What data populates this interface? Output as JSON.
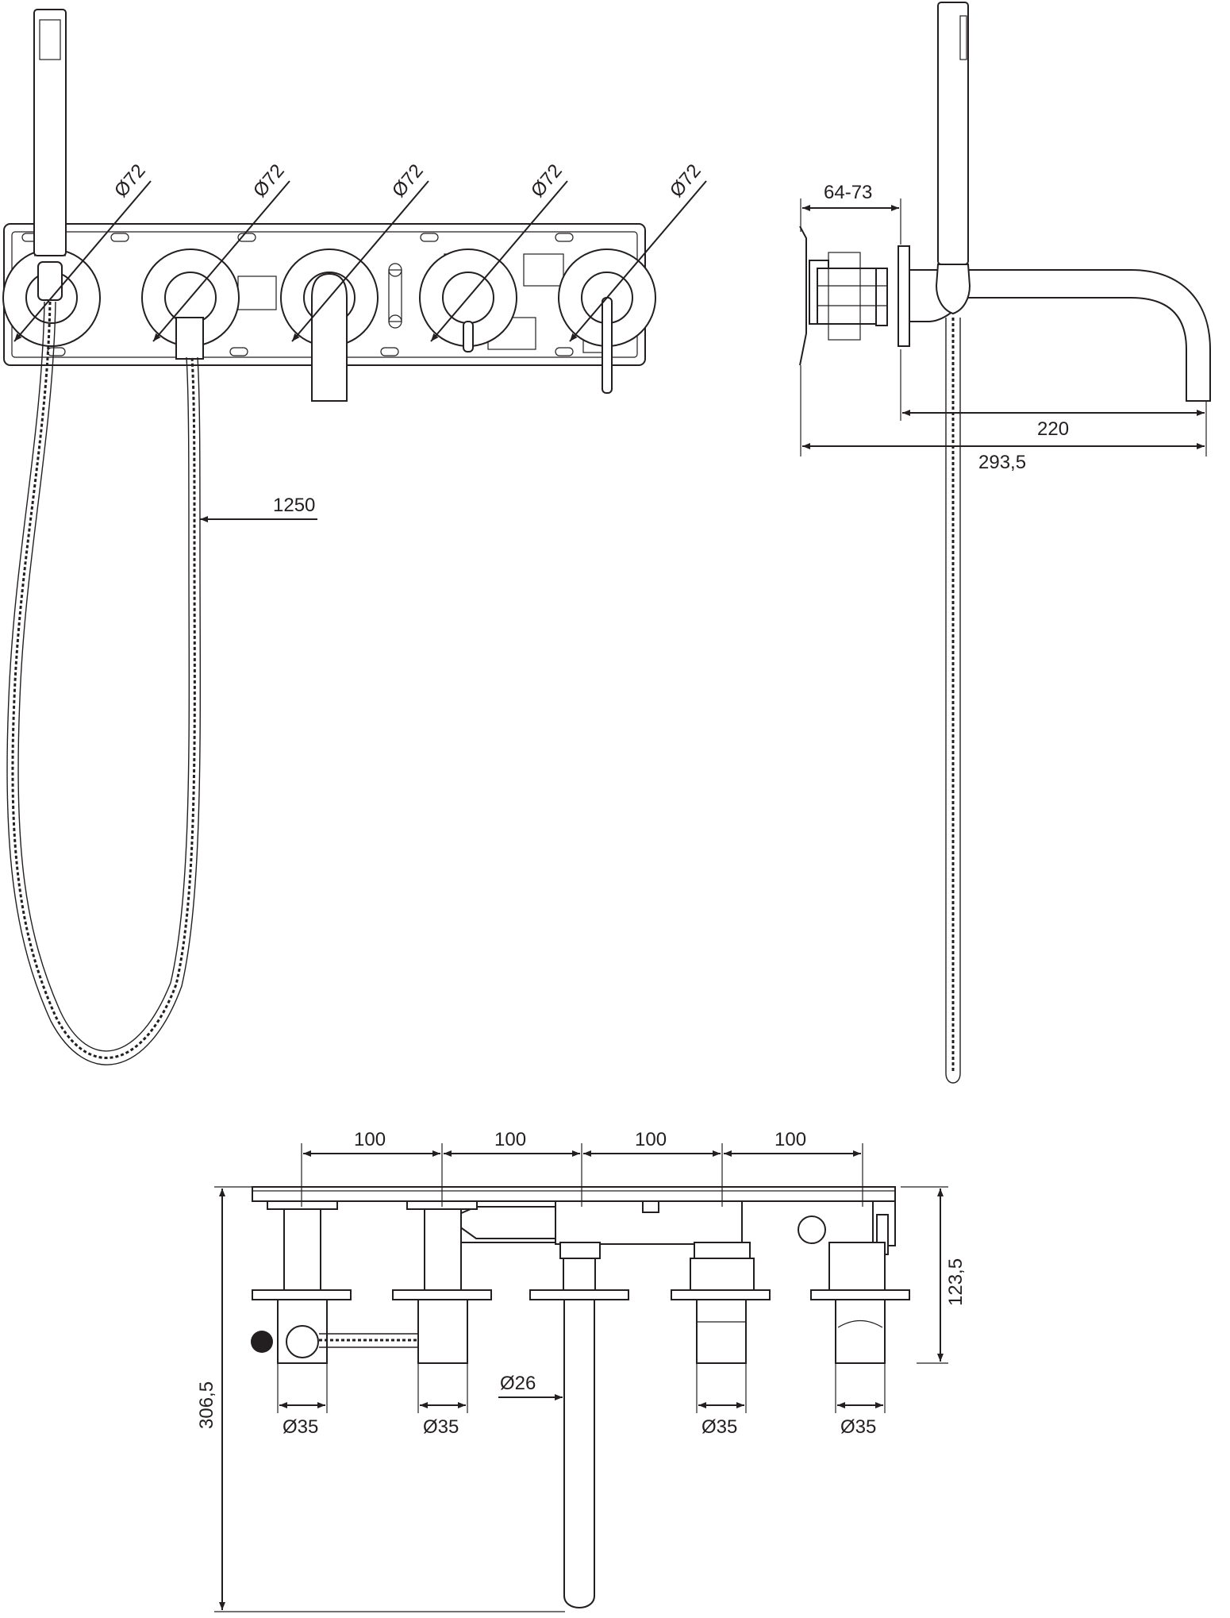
{
  "diagram": {
    "front_view": {
      "diameter_labels": [
        "Ø72",
        "Ø72",
        "Ø72",
        "Ø72",
        "Ø72"
      ],
      "hose_length_label": "1250"
    },
    "side_view": {
      "depth_label": "64-73",
      "spout_label": "220",
      "total_label": "293,5"
    },
    "bottom_view": {
      "spacing_labels": [
        "100",
        "100",
        "100",
        "100"
      ],
      "height_label": "123,5",
      "total_height_label": "306,5",
      "spout_diameter_label": "Ø26",
      "outlet_labels": [
        "Ø35",
        "Ø35",
        "Ø35",
        "Ø35"
      ]
    }
  },
  "colors": {
    "line": "#231f20",
    "background": "#ffffff"
  }
}
